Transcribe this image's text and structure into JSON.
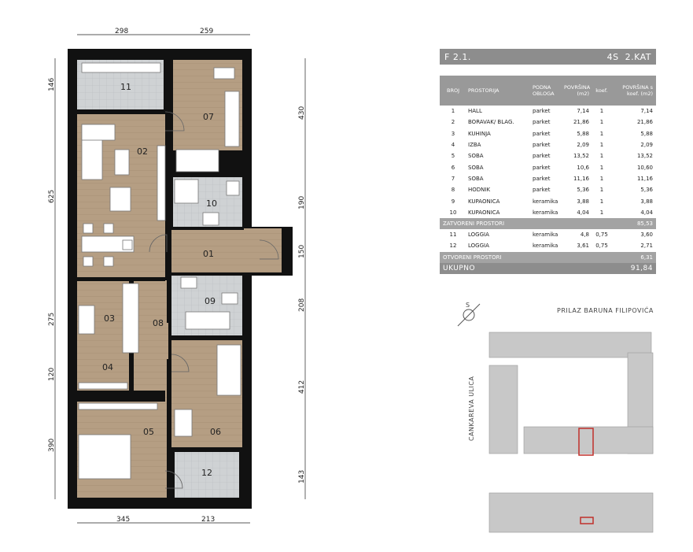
{
  "plan": {
    "dims_top": [
      "298",
      "259"
    ],
    "dims_bottom": [
      "345",
      "213"
    ],
    "dims_left": [
      "146",
      "625",
      "275",
      "120",
      "390"
    ],
    "dims_right": [
      "430",
      "190",
      "150",
      "208",
      "412",
      "143"
    ],
    "rooms": [
      "01",
      "02",
      "03",
      "04",
      "05",
      "06",
      "07",
      "08",
      "09",
      "10",
      "11",
      "12"
    ]
  },
  "unit": {
    "name": "F 2.1.",
    "rooms_code": "4S",
    "floor": "2.KAT"
  },
  "table": {
    "headers": {
      "no": "BROJ",
      "room": "PROSTORIJA",
      "floor": "PODNA OBLOGA",
      "area": "POVRŠINA (m2)",
      "coef": "koef.",
      "area_coef": "POVRŠINA s koef. (m2)"
    },
    "rows": [
      {
        "no": "1",
        "room": "HALL",
        "floor": "parket",
        "area": "7,14",
        "coef": "1",
        "area_coef": "7,14"
      },
      {
        "no": "2",
        "room": "BORAVAK/ BLAG.",
        "floor": "parket",
        "area": "21,86",
        "coef": "1",
        "area_coef": "21,86"
      },
      {
        "no": "3",
        "room": "KUHINJA",
        "floor": "parket",
        "area": "5,88",
        "coef": "1",
        "area_coef": "5,88"
      },
      {
        "no": "4",
        "room": "IZBA",
        "floor": "parket",
        "area": "2,09",
        "coef": "1",
        "area_coef": "2,09"
      },
      {
        "no": "5",
        "room": "SOBA",
        "floor": "parket",
        "area": "13,52",
        "coef": "1",
        "area_coef": "13,52"
      },
      {
        "no": "6",
        "room": "SOBA",
        "floor": "parket",
        "area": "10,6",
        "coef": "1",
        "area_coef": "10,60"
      },
      {
        "no": "7",
        "room": "SOBA",
        "floor": "parket",
        "area": "11,16",
        "coef": "1",
        "area_coef": "11,16"
      },
      {
        "no": "8",
        "room": "HODNIK",
        "floor": "parket",
        "area": "5,36",
        "coef": "1",
        "area_coef": "5,36"
      },
      {
        "no": "9",
        "room": "KUPAONICA",
        "floor": "keramika",
        "area": "3,88",
        "coef": "1",
        "area_coef": "3,88"
      },
      {
        "no": "10",
        "room": "KUPAONICA",
        "floor": "keramika",
        "area": "4,04",
        "coef": "1",
        "area_coef": "4,04"
      }
    ],
    "closed_label": "ZATVORENI PROSTORI",
    "closed_total": "85,53",
    "open_rows": [
      {
        "no": "11",
        "room": "LOGGIA",
        "floor": "keramika",
        "area": "4,8",
        "coef": "0,75",
        "area_coef": "3,60"
      },
      {
        "no": "12",
        "room": "LOGGIA",
        "floor": "keramika",
        "area": "3,61",
        "coef": "0,75",
        "area_coef": "2,71"
      }
    ],
    "open_label": "OTVORENI PROSTORI",
    "open_total": "6,31",
    "total_label": "UKUPNO",
    "total": "91,84"
  },
  "site": {
    "street_top": "PRILAZ BARUNA FILIPOVIĆA",
    "street_left": "CANKAREVA ULICA",
    "compass": "S",
    "highlight_color": "#c0302b"
  }
}
